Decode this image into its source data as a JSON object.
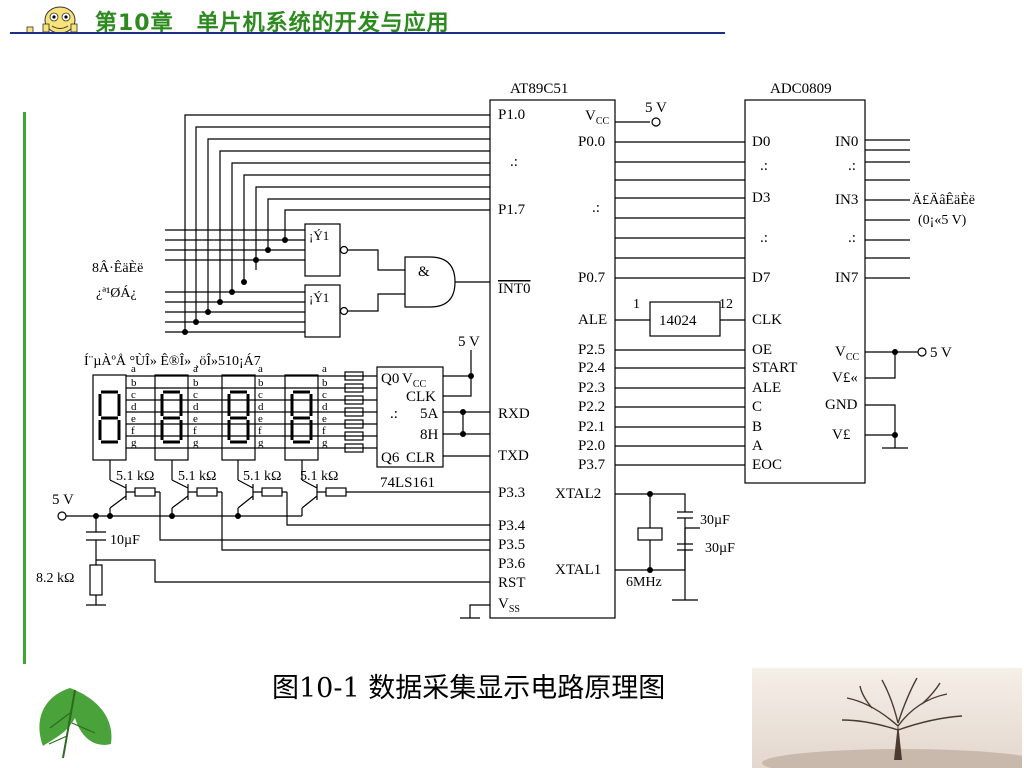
{
  "header": {
    "title": "第10章　单片机系统的开发与应用"
  },
  "caption": "图10-1  数据采集显示电路原理图",
  "icons": {
    "header": "ghost-mascot-icon",
    "leaf": "green-leaf-icon",
    "tree": "tree-photo-icon"
  },
  "colors": {
    "accent": "#2c8a1e",
    "rule": "#1b2e8a",
    "bar": "#3fa535"
  },
  "mcu": {
    "name": "AT89C51",
    "p10": "P1.0",
    "p17": "P1.7",
    "int0": "INT0",
    "rxd": "RXD",
    "txd": "TXD",
    "p33": "P3.3",
    "p34": "P3.4",
    "p35": "P3.5",
    "p36": "P3.6",
    "rst": "RST",
    "vss": "V",
    "vss_sub": "SS",
    "vcc": "V",
    "vcc_sub": "CC",
    "p00": "P0.0",
    "p07": "P0.7",
    "ale": "ALE",
    "p25": "P2.5",
    "p24": "P2.4",
    "p23": "P2.3",
    "p22": "P2.2",
    "p21": "P2.1",
    "p20": "P2.0",
    "p37": "P3.7",
    "xtal2": "XTAL2",
    "xtal1": "XTAL1",
    "supply": "5 V",
    "dots": ".:"
  },
  "adc": {
    "name": "ADC0809",
    "d0": "D0",
    "d3": "D3",
    "d7": "D7",
    "clk": "CLK",
    "oe": "OE",
    "start": "START",
    "ale": "ALE",
    "c": "C",
    "b": "B",
    "a": "A",
    "eoc": "EOC",
    "in0": "IN0",
    "in3": "IN3",
    "in7": "IN7",
    "vcc": "V",
    "vcc_sub": "CC",
    "vref_p": "V£«",
    "gnd": "GND",
    "vref_m": "V£­",
    "supply": "5 V",
    "input_label": "Ä£ÄâÊäÈë",
    "input_range": "(0¡«5 V)",
    "dots": ".:"
  },
  "divider": {
    "name": "14024",
    "pin_in": "1",
    "pin_out": "12"
  },
  "counter": {
    "name": "74LS161",
    "q0": "Q0",
    "vcc": "V",
    "vcc_sub": "CC",
    "clk": "CLK",
    "a5": "5A",
    "h8": "8H",
    "q6": "Q6",
    "clr": "CLR",
    "supply": "5 V",
    "dots": ".:"
  },
  "switch": {
    "label1": "8Â·ÊäÈë",
    "label2": "¿ª¹ØÁ¿",
    "inverter": "¡Ý1",
    "and": "&"
  },
  "display": {
    "label": "Í¨µÀºÅ °ÙÎ» Ê®Î» ¸öÎ»510¡Á7",
    "segments": [
      "a",
      "b",
      "c",
      "d",
      "e",
      "f",
      "g"
    ]
  },
  "passives": {
    "resistor": "5.1 kΩ",
    "cap_reset": "10µF",
    "res_reset": "8.2 kΩ",
    "cap_xtal1": "30µF",
    "cap_xtal2": "30µF",
    "crystal": "6MHz",
    "supply_left": "5 V"
  }
}
